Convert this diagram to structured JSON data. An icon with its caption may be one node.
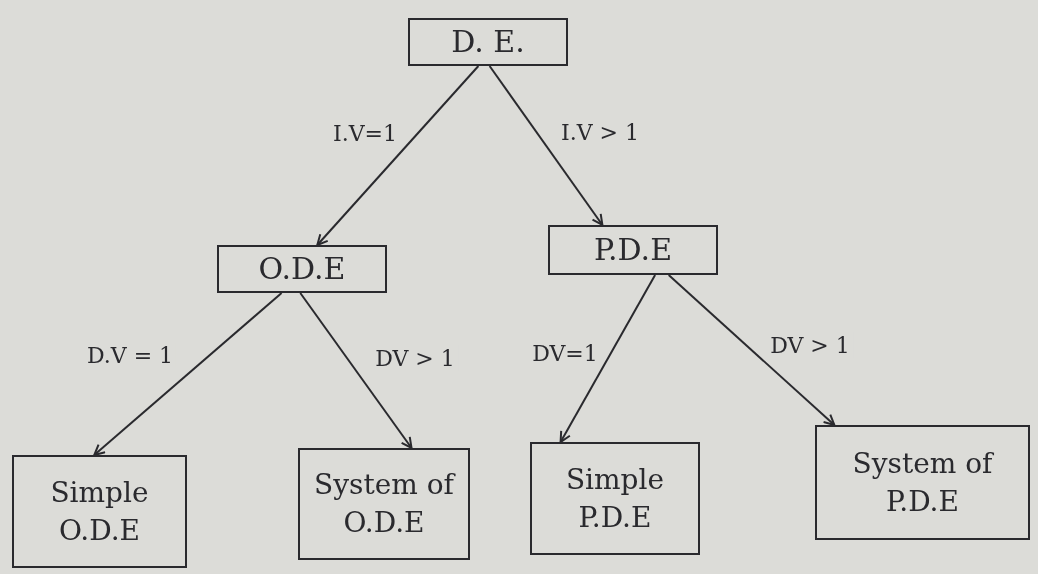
{
  "diagram": {
    "nodes": [
      {
        "text": [
          "D. E."
        ]
      },
      {
        "text": [
          "O.D.E"
        ]
      },
      {
        "text": [
          "P.D.E"
        ]
      },
      {
        "text": [
          "Simple O.D.E"
        ]
      },
      {
        "text": [
          "System of O.D.E"
        ]
      },
      {
        "text": [
          "Simple P.D.E"
        ]
      },
      {
        "text": [
          "System of P.D.E"
        ]
      }
    ],
    "edges": [
      {
        "from": 0,
        "to": 1,
        "arrow": "to",
        "label": "I.V=1"
      },
      {
        "from": 0,
        "to": 2,
        "arrow": "to",
        "label": "I.V > 1"
      },
      {
        "from": 1,
        "to": 3,
        "arrow": "to",
        "label": "D.V = 1"
      },
      {
        "from": 1,
        "to": 4,
        "arrow": "to",
        "label": "DV > 1"
      },
      {
        "from": 2,
        "to": 5,
        "arrow": "to",
        "label": "DV=1"
      },
      {
        "from": 2,
        "to": 6,
        "arrow": "to",
        "label": "DV > 1"
      }
    ]
  }
}
